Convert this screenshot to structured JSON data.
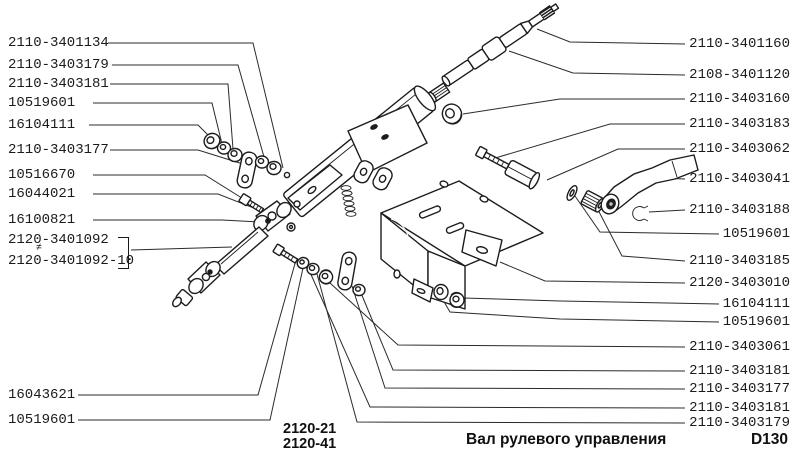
{
  "page": {
    "background": "#ffffff",
    "ink": "#1c1c1c"
  },
  "figure": {
    "caption": "Вал рулевого управления",
    "drawing_number": "D130",
    "model_variants": [
      "2120-21",
      "2120-41"
    ],
    "variant_note_mark": "≠"
  },
  "part_numbers_left": [
    "2110-3401134",
    "2110-3403179",
    "2110-3403181",
    "10519601",
    "16104111",
    "2110-3403177",
    "10516670",
    "16044021",
    "16100821",
    "2120-3401092",
    "2120-3401092-10",
    "16043621",
    "10519601"
  ],
  "part_numbers_right": [
    "2110-3401160",
    "2108-3401120",
    "2110-3403160",
    "2110-3403183",
    "2110-3403062",
    "2110-3403041",
    "2110-3403188",
    "10519601",
    "2110-3403185",
    "2120-3403010",
    "16104111",
    "10519601",
    "2110-3403061",
    "2110-3403181",
    "2110-3403177",
    "2110-3403181",
    "2110-3403179"
  ]
}
